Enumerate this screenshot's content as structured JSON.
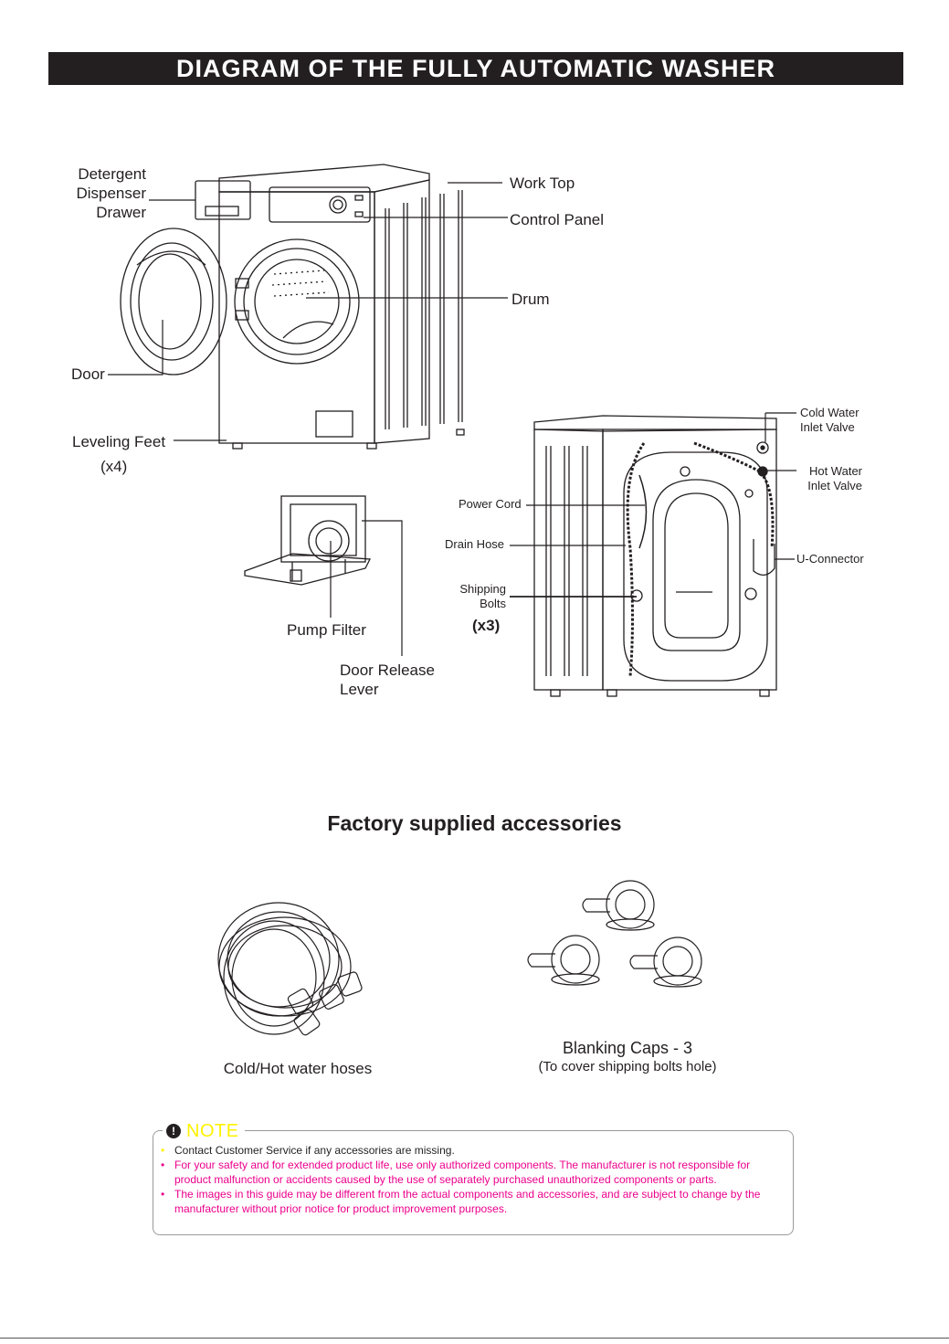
{
  "header": {
    "title": "DIAGRAM OF THE FULLY AUTOMATIC WASHER"
  },
  "front_labels": {
    "detergent": [
      "Detergent",
      "Dispenser",
      "Drawer"
    ],
    "work_top": "Work Top",
    "control_panel": "Control Panel",
    "drum": "Drum",
    "door": "Door",
    "leveling_feet": "Leveling Feet",
    "leveling_feet_count": "(x4)"
  },
  "filter_labels": {
    "pump_filter": "Pump Filter",
    "door_release": [
      "Door Release",
      "Lever"
    ]
  },
  "back_labels": {
    "cold_water": [
      "Cold Water",
      "Inlet  Valve"
    ],
    "hot_water": [
      "Hot Water",
      "Inlet  Valve"
    ],
    "power_cord": "Power Cord",
    "drain_hose": "Drain Hose",
    "u_connector": "U-Connector",
    "shipping_bolts": [
      "Shipping",
      "Bolts"
    ],
    "shipping_bolts_count": "(x3)"
  },
  "accessories": {
    "title": "Factory supplied accessories",
    "hoses_caption": "Cold/Hot water hoses",
    "caps_caption": "Blanking Caps - 3",
    "caps_subcaption": "(To cover shipping bolts hole)"
  },
  "note": {
    "title": "NOTE",
    "items": [
      "Contact Customer Service if any accessories are missing.",
      "For your safety and for extended product life, use only authorized components. The manufacturer is not responsible for product malfunction or accidents caused by the use of separately purchased unauthorized components or parts.",
      "The images in this guide may be different from the actual components and accessories, and are subject to change by the manufacturer without prior notice for product improvement purposes."
    ]
  },
  "colors": {
    "banner": "#231f20",
    "note_title": "#fff200",
    "note_text": "#ec008c"
  }
}
